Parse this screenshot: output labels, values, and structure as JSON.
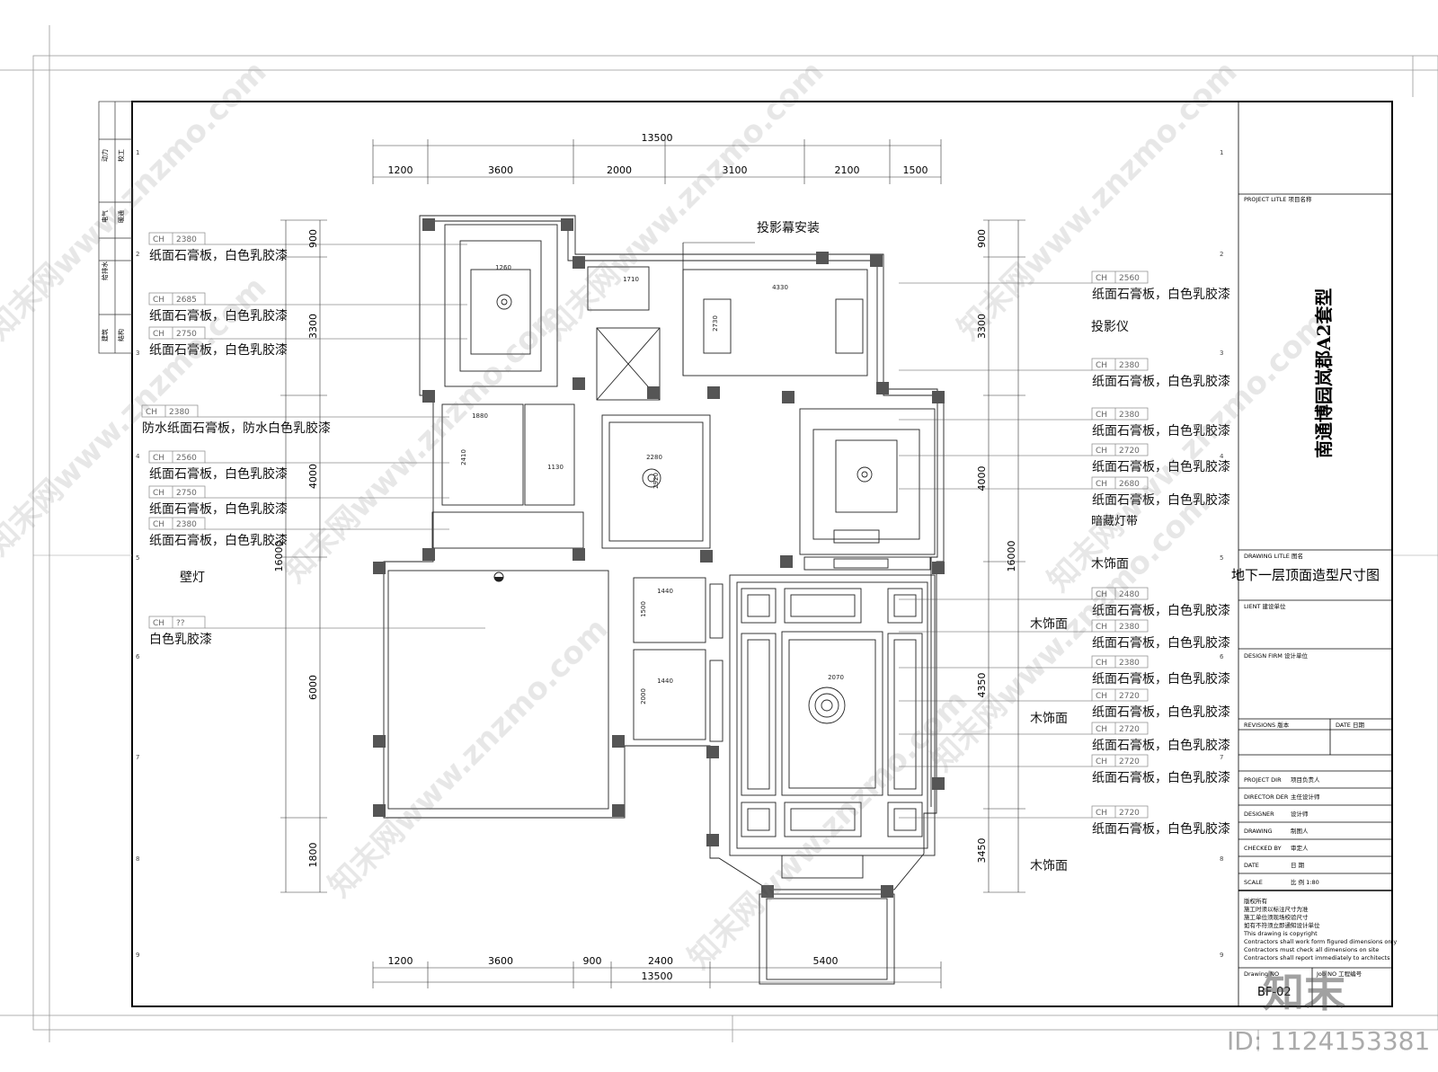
{
  "dims": {
    "total": "13500",
    "top_segments": [
      "1200",
      "3600",
      "2000",
      "3100",
      "2100",
      "1500"
    ],
    "bottom_segments": [
      "1200",
      "3600",
      "900",
      "2400",
      "5400"
    ],
    "left_total": "16000",
    "left_segments": [
      "900",
      "3300",
      "4000",
      "6000",
      "1800"
    ],
    "right_total": "16000",
    "right_segments": [
      "900",
      "3300",
      "4000",
      "4350",
      "3450"
    ]
  },
  "left_notes": [
    {
      "ch": "2380",
      "text": "纸面石膏板，白色乳胶漆"
    },
    {
      "ch": "2685",
      "text": "纸面石膏板，白色乳胶漆"
    },
    {
      "ch": "2750",
      "text": "纸面石膏板，白色乳胶漆"
    },
    {
      "ch": "2380",
      "text": "防水纸面石膏板，防水白色乳胶漆"
    },
    {
      "ch": "2560",
      "text": "纸面石膏板，白色乳胶漆"
    },
    {
      "ch": "2750",
      "text": "纸面石膏板，白色乳胶漆"
    },
    {
      "ch": "2380",
      "text": "纸面石膏板，白色乳胶漆"
    },
    {
      "ch": "??",
      "text": "白色乳胶漆"
    }
  ],
  "left_plain": {
    "wall_lamp": "壁灯"
  },
  "ch_prefix": "CH",
  "right_notes": [
    {
      "ch": "2560",
      "text": "纸面石膏板，白色乳胶漆"
    },
    {
      "ch": "2380",
      "text": "纸面石膏板，白色乳胶漆"
    },
    {
      "ch": "2380",
      "text": "纸面石膏板，白色乳胶漆"
    },
    {
      "ch": "2720",
      "text": "纸面石膏板，白色乳胶漆"
    },
    {
      "ch": "2680",
      "text": "纸面石膏板，白色乳胶漆"
    },
    {
      "ch": "2480",
      "text": "纸面石膏板，白色乳胶漆"
    },
    {
      "ch": "2380",
      "text": "纸面石膏板，白色乳胶漆"
    },
    {
      "ch": "2380",
      "text": "纸面石膏板，白色乳胶漆"
    },
    {
      "ch": "2720",
      "text": "纸面石膏板，白色乳胶漆"
    },
    {
      "ch": "2720",
      "text": "纸面石膏板，白色乳胶漆"
    },
    {
      "ch": "2720",
      "text": "纸面石膏板，白色乳胶漆"
    },
    {
      "ch": "2720",
      "text": "纸面石膏板，白色乳胶漆"
    }
  ],
  "right_plain": {
    "projector": "投影仪",
    "hidden_light": "暗藏灯带",
    "wood1": "木饰面",
    "wood2": "木饰面",
    "wood3": "木饰面",
    "wood4": "木饰面",
    "screen": "投影幕安装"
  },
  "plan_dims": [
    "1260",
    "1710",
    "4330",
    "2730",
    "1880",
    "2410",
    "1130",
    "2280",
    "2920",
    "1440",
    "1500",
    "1440",
    "2000",
    "2070"
  ],
  "title_block": {
    "project_title_label": "PROJECT LITLE  项目名称",
    "project_name": "南通博园岚郡A2套型",
    "drawing_title_label": "DRAWING LITLE  图名",
    "drawing_name": "地下一层顶面造型尺寸图",
    "client_label": "LIENT  建设单位",
    "design_firm_label": "DESIGN FIRM  设计单位",
    "revisions_label": "REVISIONS  版本",
    "date_label": "DATE  日期",
    "rows": [
      {
        "label": "PROJECT DIR",
        "value": "项目负责人"
      },
      {
        "label": "DIRECTOR DER",
        "value": "主任设计师"
      },
      {
        "label": "DESIGNER",
        "value": "设计师"
      },
      {
        "label": "DRAWING",
        "value": "制图人"
      },
      {
        "label": "CHECKED BY",
        "value": "审定人"
      },
      {
        "label": "DATE",
        "value": "日  期"
      },
      {
        "label": "SCALE",
        "value": "比  例          1:80"
      }
    ],
    "notes": [
      "版权所有",
      "施工时须以标注尺寸为准",
      "施工单位须现场校验尺寸",
      "如有不符须立即通知设计单位",
      "This drawing is copyright",
      "Contractors shall work form figured dimensions only",
      "Contractors must check all dimensions on site",
      "Contractors shall report immediately to architects"
    ],
    "drawing_no_label": "Drawing NO",
    "job_no_label": "Job NO  工程编号",
    "drawing_no": "BF-02"
  },
  "left_strip": [
    "动力",
    "校工",
    "电气",
    "暖通",
    "给排水",
    "建筑",
    "结构"
  ],
  "watermark": {
    "site": "知末网www.znzmo.com",
    "brand": "知末",
    "id": "ID: 1124153381"
  }
}
